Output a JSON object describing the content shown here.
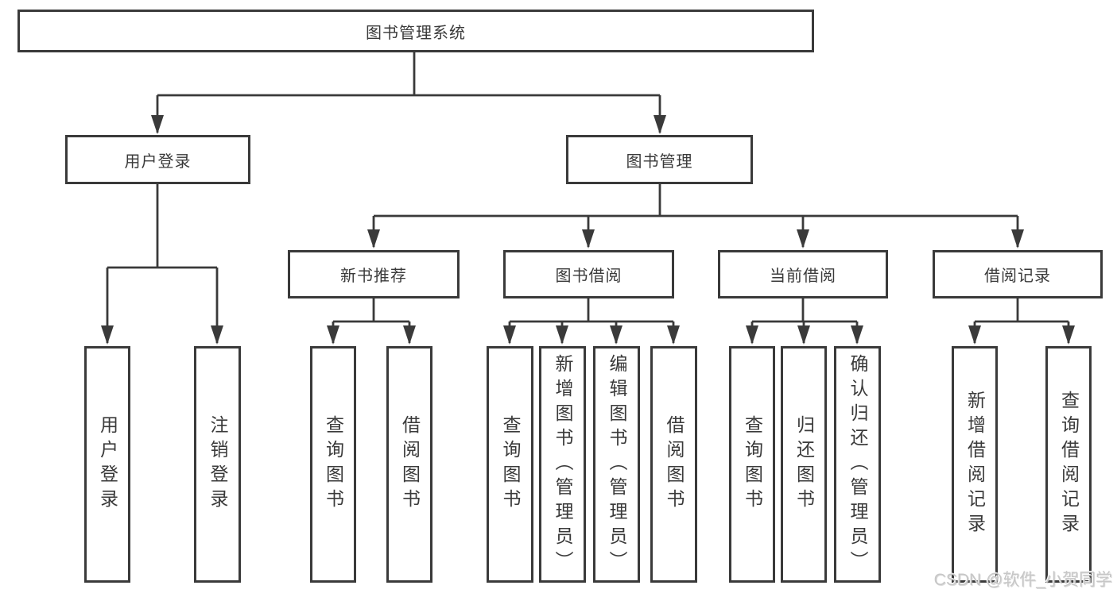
{
  "diagram": {
    "title": "图书管理系统",
    "type": "function-structure-tree"
  },
  "tree": {
    "root": {
      "label": "图书管理系统"
    },
    "branches": [
      {
        "label": "用户登录",
        "children": [
          {
            "label": "用户登录"
          },
          {
            "label": "注销登录"
          }
        ]
      },
      {
        "label": "图书管理",
        "children": [
          {
            "label": "新书推荐",
            "children": [
              {
                "label": "查询图书"
              },
              {
                "label": "借阅图书"
              }
            ]
          },
          {
            "label": "图书借阅",
            "children": [
              {
                "label": "查询图书"
              },
              {
                "label": "新增图书（管理员）"
              },
              {
                "label": "编辑图书（管理员）"
              },
              {
                "label": "借阅图书"
              }
            ]
          },
          {
            "label": "当前借阅",
            "children": [
              {
                "label": "查询图书"
              },
              {
                "label": "归还图书"
              },
              {
                "label": "确认归还（管理员）"
              }
            ]
          },
          {
            "label": "借阅记录",
            "children": [
              {
                "label": "新增借阅记录"
              },
              {
                "label": "查询借阅记录"
              }
            ]
          }
        ]
      }
    ]
  },
  "watermark": "CSDN @软件_小贺同学",
  "colors": {
    "line": "#3a3a3a",
    "box_border": "#3a3a3a",
    "text": "#3a3a3a",
    "background": "#ffffff",
    "watermark": "#c7c7c7"
  }
}
